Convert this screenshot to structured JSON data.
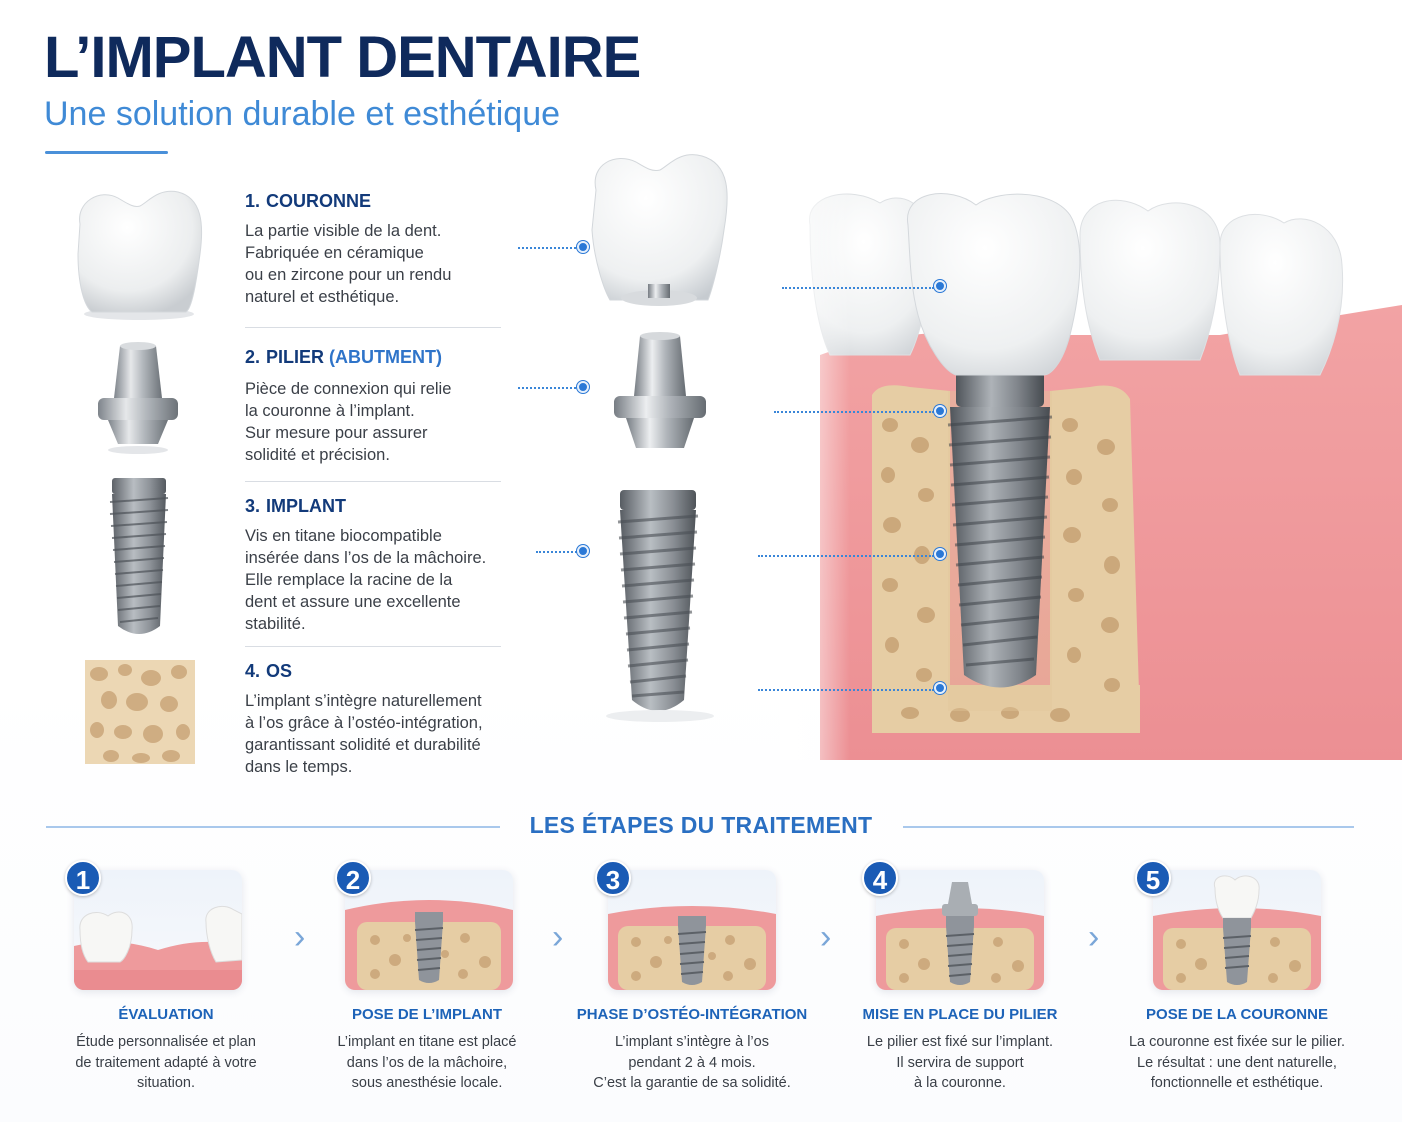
{
  "header": {
    "title": "L’IMPLANT DENTAIRE",
    "subtitle": "Une solution durable et esthétique"
  },
  "components": [
    {
      "num": "1.",
      "name": "COURONNE",
      "name_accent": "",
      "desc": [
        "La partie visible de la dent.",
        "Fabriquée en céramique",
        "ou en zircone pour un rendu",
        "naturel et esthétique."
      ]
    },
    {
      "num": "2.",
      "name": "PILIER",
      "name_accent": "(ABUTMENT)",
      "desc": [
        "Pièce de connexion qui relie",
        "la couronne à l’implant.",
        "Sur mesure pour assurer",
        "solidité et précision."
      ]
    },
    {
      "num": "3.",
      "name": "IMPLANT",
      "name_accent": "",
      "desc": [
        "Vis en titane biocompatible",
        "insérée dans l’os de la mâchoire.",
        "Elle remplace la racine de la",
        "dent et assure une excellente",
        "stabilité."
      ]
    },
    {
      "num": "4.",
      "name": "OS",
      "name_accent": "",
      "desc": [
        "L’implant s’intègre naturellement",
        "à l’os grâce à l’ostéo-intégration,",
        "garantissant solidité et durabilité",
        "dans le temps."
      ]
    }
  ],
  "steps_section": {
    "title": "LES ÉTAPES DU TRAITEMENT"
  },
  "steps": [
    {
      "num": "1",
      "name": "ÉVALUATION",
      "desc": [
        "Étude personnalisée et plan",
        "de traitement adapté à votre",
        "situation."
      ]
    },
    {
      "num": "2",
      "name": "POSE DE L’IMPLANT",
      "desc": [
        "L’implant en titane est placé",
        "dans l’os de la mâchoire,",
        "sous anesthésie locale."
      ]
    },
    {
      "num": "3",
      "name": "PHASE D’OSTÉO-INTÉGRATION",
      "desc": [
        "L’implant s’intègre à l’os",
        "pendant 2 à 4 mois.",
        "C’est la garantie de sa solidité."
      ]
    },
    {
      "num": "4",
      "name": "MISE EN PLACE DU PILIER",
      "desc": [
        "Le pilier est fixé sur l’implant.",
        "Il servira de support",
        "à la couronne."
      ]
    },
    {
      "num": "5",
      "name": "POSE DE LA COURONNE",
      "desc": [
        "La couronne est fixée sur le pilier.",
        "Le résultat : une dent naturelle,",
        "fonctionnelle et esthétique."
      ]
    }
  ],
  "colors": {
    "title": "#0f2a5c",
    "accent": "#3f8ad6",
    "badge": "#1a5bb5",
    "gum": "#ee9a9c",
    "bone": "#e7cfa8",
    "metal": "#8f949b"
  }
}
